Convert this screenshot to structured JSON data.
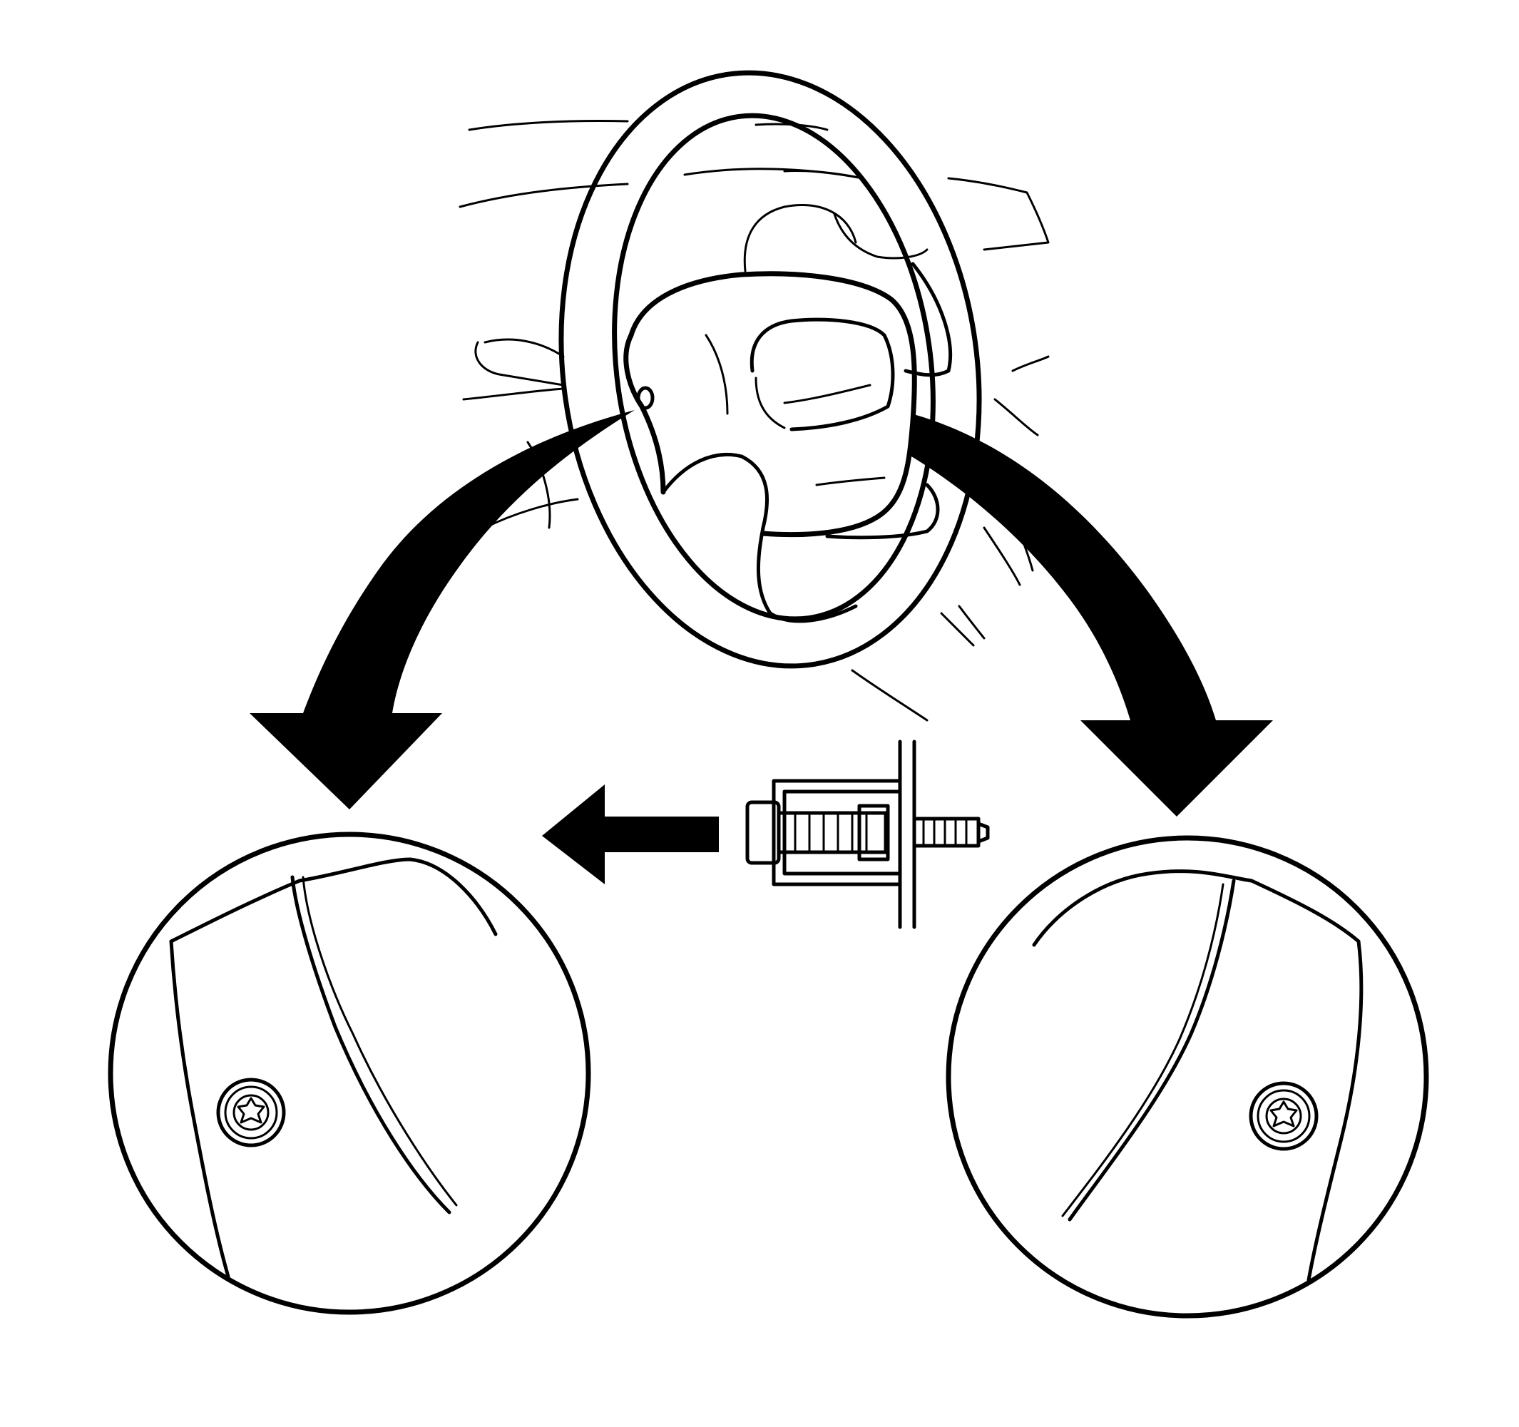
{
  "figure": {
    "kind": "line illustration",
    "colors": {
      "ink": "#000000",
      "paper": "#ffffff"
    },
    "icons": {
      "steering_wheel": "steering-wheel-icon",
      "airbag_module": "airbag-module-icon",
      "detail_left": "magnified-detail-left",
      "detail_right": "magnified-detail-right",
      "fastener": "torx-bolt-icon",
      "arrow_left": "curved-arrow-down-left",
      "arrow_right": "curved-arrow-down-right",
      "arrow_insert": "straight-arrow-left"
    }
  }
}
